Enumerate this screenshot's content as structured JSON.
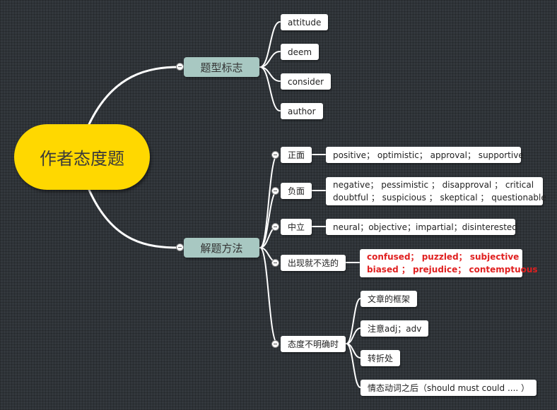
{
  "root": {
    "label": "作者态度题"
  },
  "branches": [
    {
      "label": "题型标志",
      "children": [
        "attitude",
        "deem",
        "consider",
        "author"
      ]
    },
    {
      "label": "解题方法",
      "children": [
        {
          "label": "正面",
          "detail": [
            "positive； optimistic； approval； supportive"
          ]
        },
        {
          "label": "负面",
          "detail": [
            "negative； pessimistic ； disapproval ； critical",
            "doubtful ； suspicious ； skeptical ； questionable"
          ]
        },
        {
          "label": "中立",
          "detail": [
            "neural；objective；impartial；disinterested"
          ]
        },
        {
          "label": "出现就不选的",
          "detail": [
            "confused； puzzled； subjective",
            "biased ； prejudice； contemptuous"
          ]
        },
        {
          "label": "态度不明确时",
          "sub": [
            "文章的框架",
            "注意adj；adv",
            "转折处",
            "情态动词之后（should must could .... ）"
          ]
        }
      ]
    }
  ],
  "colors": {
    "background": "#33383d",
    "root_fill": "#ffd800",
    "main_branch_fill": "#a8c8c2",
    "leaf_fill": "#ffffff",
    "connector": "#ffffff",
    "highlight_text": "#e02020"
  }
}
